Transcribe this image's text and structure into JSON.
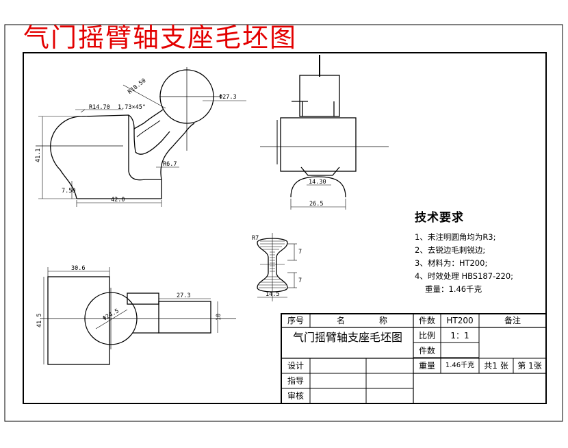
{
  "title": "气门摇臂轴支座毛坯图",
  "dimensions": {
    "r_left": "R14.70",
    "chamfer": "1.73×45°",
    "r_circle": "R18.50",
    "d_top_circle": "Φ27.3",
    "height_41": "41.1",
    "height_7": "7.50",
    "width_42": "42.0",
    "r_fillet": "R6.7",
    "front_bottom": "14.30",
    "front_width": "26.5",
    "section_r": "R7",
    "section_side_a": "7",
    "section_side_b": "7",
    "section_bottom": "14.5",
    "top_width": "30.6",
    "top_height": "41.5",
    "top_boss": "27.3",
    "top_circle": "Φ24.5",
    "top_right": "10"
  },
  "tech": {
    "heading": "技术要求",
    "items": [
      "1、未注明圆角均为R3;",
      "2、去锐边毛刺锐边;",
      "3、材料为：HT200;",
      "4、时效处理 HBS187-220;"
    ],
    "weight": "重量：1.46千克"
  },
  "title_block": {
    "seq_label": "序号",
    "name_label_a": "名",
    "name_label_b": "称",
    "part_title": "气门摇臂轴支座毛坯图",
    "count_label": "件数",
    "count_value": "HT200",
    "remark_label": "备注",
    "scale_label": "比例",
    "scale_value": "1：1",
    "count_label_2": "件数",
    "design_label": "设计",
    "guide_label": "指导",
    "review_label": "审核",
    "weight_label": "重量",
    "weight_value": "1.46千克",
    "sheets_total": "共1 张",
    "sheet_no": "第 1张"
  }
}
